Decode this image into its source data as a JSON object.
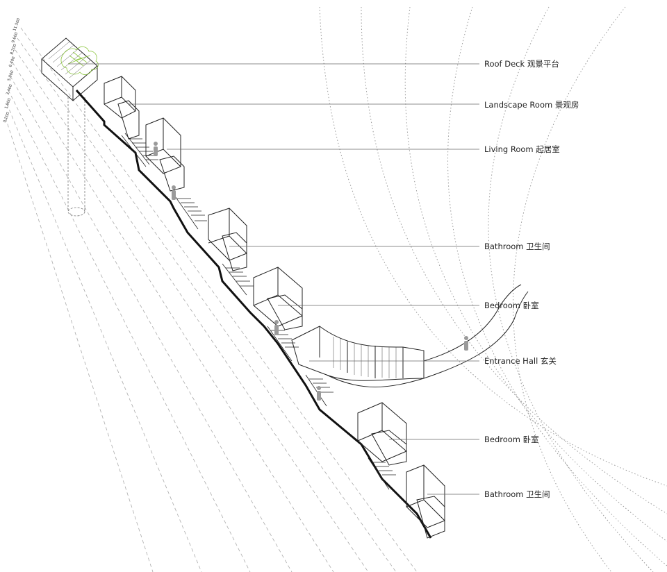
{
  "levels": [
    "11.500",
    "9.600",
    "8.200",
    "6.400",
    "5.000",
    "3.400",
    "1.800",
    "0.200"
  ],
  "labels": [
    {
      "id": "roof-deck",
      "text": "Roof Deck 观景平台"
    },
    {
      "id": "landscape-room",
      "text": "Landscape Room 景观房"
    },
    {
      "id": "living-room",
      "text": "Living Room 起居室"
    },
    {
      "id": "bathroom-upper",
      "text": "Bathroom 卫生间"
    },
    {
      "id": "bedroom-upper",
      "text": "Bedroom 卧室"
    },
    {
      "id": "entrance-hall",
      "text": "Entrance Hall 玄关"
    },
    {
      "id": "bedroom-lower",
      "text": "Bedroom 卧室"
    },
    {
      "id": "bathroom-lower",
      "text": "Bathroom 卫生间"
    }
  ],
  "colors": {
    "line": "#222222",
    "leader": "#666666",
    "dotted": "#999999",
    "dashed": "#aaaaaa",
    "figure": "#9a9a9a",
    "tree": "#8cc63f"
  }
}
